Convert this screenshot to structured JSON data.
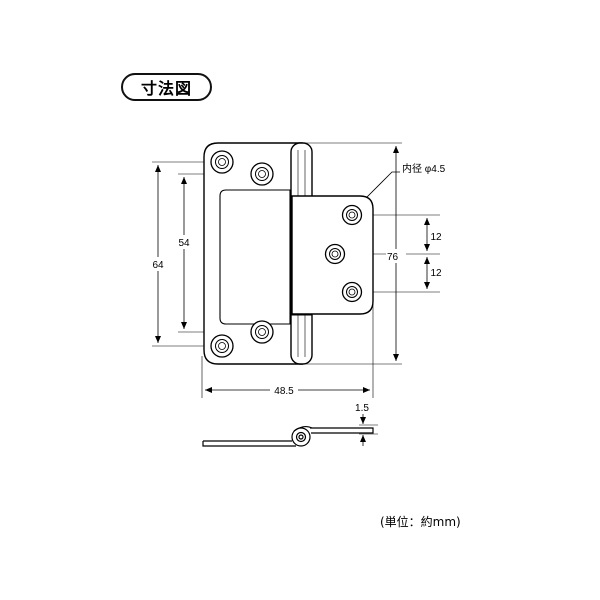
{
  "title": "寸法図",
  "unit_note": "(単位：約mm)",
  "hole_note": "内径 φ4.5",
  "dimensions": {
    "height_outer": "64",
    "height_inner": "54",
    "width": "48.5",
    "overall_height": "76",
    "pitch_upper": "12",
    "pitch_lower": "12",
    "thickness": "1.5"
  }
}
